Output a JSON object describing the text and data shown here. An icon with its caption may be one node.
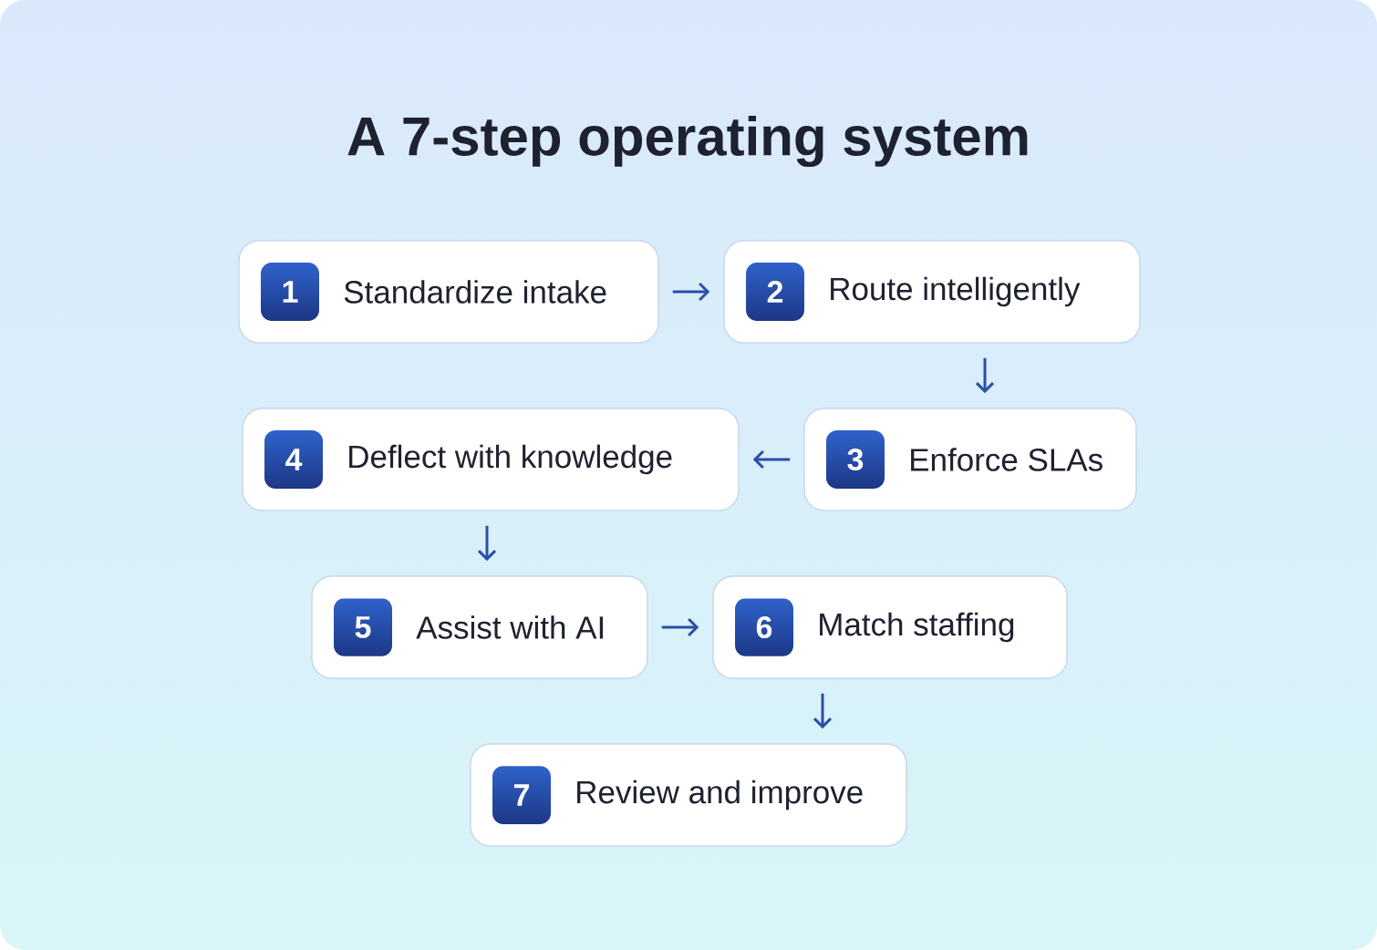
{
  "diagram": {
    "title": "A 7-step operating system",
    "nodes": [
      {
        "text": [
          "1",
          "Standardize intake"
        ]
      },
      {
        "text": [
          "2",
          "Route intelligently"
        ]
      },
      {
        "text": [
          "3",
          "Enforce SLAs"
        ]
      },
      {
        "text": [
          "4",
          "Deflect with knowledge"
        ]
      },
      {
        "text": [
          "5",
          "Assist with AI"
        ]
      },
      {
        "text": [
          "6",
          "Match staffing"
        ]
      },
      {
        "text": [
          "7",
          "Review and improve"
        ]
      }
    ],
    "edges": [
      {
        "from": 0,
        "to": 1,
        "arrow": "to"
      },
      {
        "from": 1,
        "to": 2,
        "arrow": "to"
      },
      {
        "from": 2,
        "to": 3,
        "arrow": "to"
      },
      {
        "from": 3,
        "to": 4,
        "arrow": "to"
      },
      {
        "from": 4,
        "to": 5,
        "arrow": "to"
      },
      {
        "from": 5,
        "to": 6,
        "arrow": "to"
      }
    ]
  }
}
